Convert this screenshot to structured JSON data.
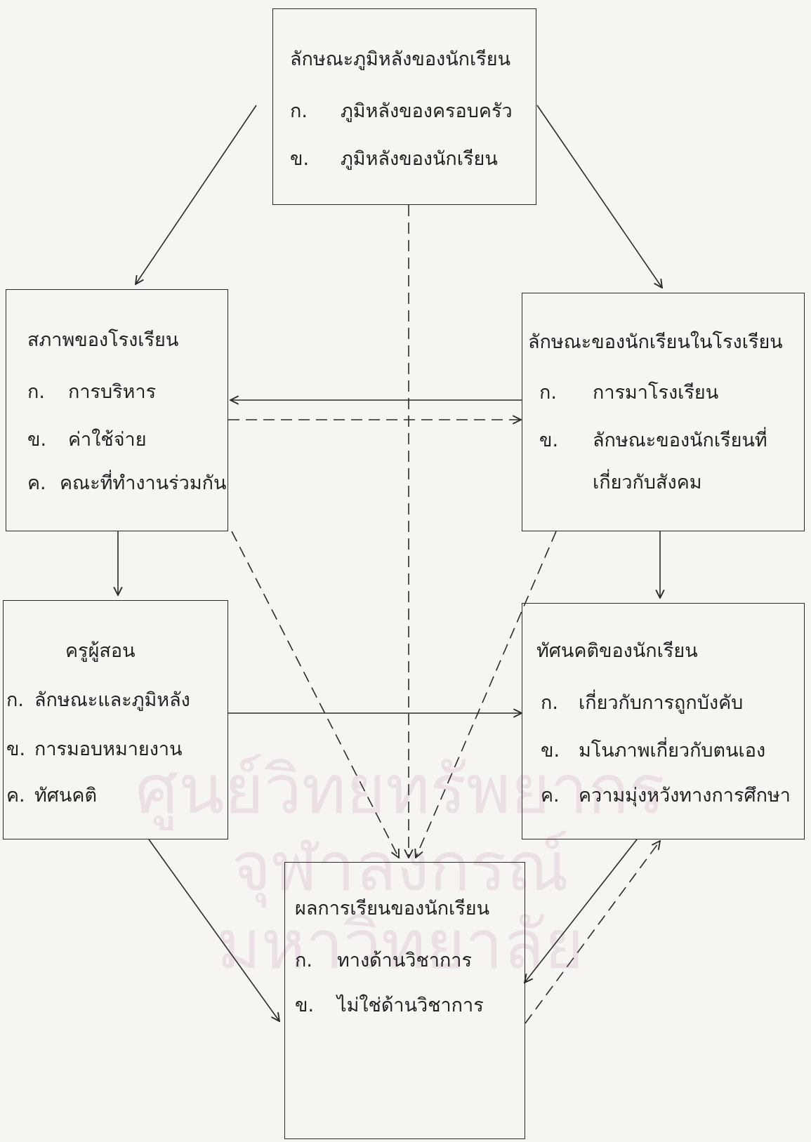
{
  "boxes": {
    "background": {
      "title": "ลักษณะภูมิหลังของนักเรียน",
      "items": [
        {
          "marker": "ก.",
          "text": "ภูมิหลังของครอบครัว"
        },
        {
          "marker": "ข.",
          "text": "ภูมิหลังของนักเรียน"
        }
      ]
    },
    "school": {
      "title": "สภาพของโรงเรียน",
      "items": [
        {
          "marker": "ก.",
          "text": "การบริหาร"
        },
        {
          "marker": "ข.",
          "text": "ค่าใช้จ่าย"
        },
        {
          "marker": "ค.",
          "text": "คณะที่ทำงานร่วมกัน"
        }
      ]
    },
    "student_in_school": {
      "title": "ลักษณะของนักเรียนในโรงเรียน",
      "items": [
        {
          "marker": "ก.",
          "text": "การมาโรงเรียน"
        },
        {
          "marker": "ข.",
          "text": "ลักษณะของนักเรียนที่"
        },
        {
          "marker": "",
          "text": "เกี่ยวกับสังคม"
        }
      ]
    },
    "teacher": {
      "title": "ครูผู้สอน",
      "items": [
        {
          "marker": "ก.",
          "text": "ลักษณะและภูมิหลัง"
        },
        {
          "marker": "ข.",
          "text": "การมอบหมายงาน"
        },
        {
          "marker": "ค.",
          "text": "ทัศนคติ"
        }
      ]
    },
    "attitude": {
      "title": "ทัศนคติของนักเรียน",
      "items": [
        {
          "marker": "ก.",
          "text": "เกี่ยวกับการถูกบังคับ"
        },
        {
          "marker": "ข.",
          "text": "มโนภาพเกี่ยวกับตนเอง"
        },
        {
          "marker": "ค.",
          "text": "ความมุ่งหวังทางการศึกษา"
        }
      ]
    },
    "outcome": {
      "title": "ผลการเรียนของนักเรียน",
      "items": [
        {
          "marker": "ก.",
          "text": "ทางด้านวิชาการ"
        },
        {
          "marker": "ข.",
          "text": "ไม่ใช่ด้านวิชาการ"
        }
      ]
    }
  },
  "arrows": [
    {
      "from": "background",
      "to": "school",
      "style": "solid"
    },
    {
      "from": "background",
      "to": "student_in_school",
      "style": "solid"
    },
    {
      "from": "background",
      "to": "outcome",
      "style": "dashed"
    },
    {
      "from": "student_in_school",
      "to": "school",
      "style": "solid"
    },
    {
      "from": "school",
      "to": "student_in_school",
      "style": "dashed"
    },
    {
      "from": "school",
      "to": "teacher",
      "style": "solid"
    },
    {
      "from": "school",
      "to": "outcome",
      "style": "dashed"
    },
    {
      "from": "student_in_school",
      "to": "attitude",
      "style": "solid"
    },
    {
      "from": "student_in_school",
      "to": "outcome",
      "style": "dashed"
    },
    {
      "from": "teacher",
      "to": "attitude",
      "style": "solid"
    },
    {
      "from": "teacher",
      "to": "outcome",
      "style": "solid"
    },
    {
      "from": "attitude",
      "to": "outcome",
      "style": "solid"
    },
    {
      "from": "outcome",
      "to": "attitude",
      "style": "dashed"
    }
  ],
  "watermark": {
    "line1": "ศูนย์วิทยทรัพยากร",
    "line2": "จุฬาลงกรณ์มหาวิทยาลัย"
  },
  "colors": {
    "ink": "#2a2a2a",
    "paper": "#f6f5f1",
    "watermark": "#c79ab4"
  }
}
